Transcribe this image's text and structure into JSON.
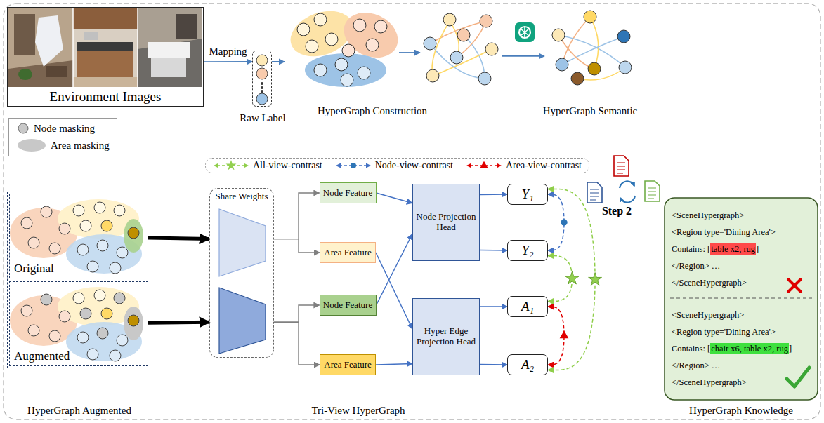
{
  "diagram": {
    "nodes": [
      {
        "text": [
          "Environment Images"
        ]
      },
      {
        "text": [
          "Raw Label"
        ]
      },
      {
        "text": [
          "HyperGraph Construction"
        ]
      },
      {
        "text": [
          "HyperGraph Semantic"
        ]
      },
      {
        "text": [
          "HyperGraph Augmented"
        ]
      },
      {
        "text": [
          "Original"
        ],
        "in": 4
      },
      {
        "text": [
          "Augmented"
        ],
        "in": 4
      },
      {
        "text": [
          "Share Weights"
        ]
      },
      {
        "text": [
          "Node Feature"
        ]
      },
      {
        "text": [
          "Area Feature"
        ]
      },
      {
        "text": [
          "Node Feature"
        ]
      },
      {
        "text": [
          "Area Feature"
        ]
      },
      {
        "text": [
          "Node Projection Head"
        ]
      },
      {
        "text": [
          "Hyper Edge Projection Head"
        ]
      },
      {
        "text": [
          "Y₁"
        ]
      },
      {
        "text": [
          "Y₂"
        ]
      },
      {
        "text": [
          "A₁"
        ]
      },
      {
        "text": [
          "A₂"
        ]
      },
      {
        "text": [
          "HyperGraph Knowledge"
        ]
      },
      {
        "text": [
          "<SceneHypergraph>",
          "<Region type='Dining Area'>",
          "Contains: [",
          "table x2, rug",
          "]",
          "</Region> …",
          "</SceneHypergraph>"
        ],
        "in": 18
      },
      {
        "text": [
          "<SceneHypergraph>",
          "<Region type='Dining Area'>",
          "Contains: [",
          "chair x6, table x2, rug",
          "]",
          "</Region> …",
          "</SceneHypergraph>"
        ],
        "in": 18
      }
    ],
    "edges": [
      {
        "from": 0,
        "to": 1,
        "arrow": "to",
        "label": "Mapping"
      },
      {
        "from": 1,
        "to": 2,
        "arrow": "to"
      },
      {
        "from": 2,
        "to": 3,
        "arrow": "to"
      },
      {
        "from": 5,
        "to": 7,
        "arrow": "to"
      },
      {
        "from": 6,
        "to": 7,
        "arrow": "to"
      },
      {
        "from": 7,
        "to": 8,
        "arrow": "to"
      },
      {
        "from": 7,
        "to": 9,
        "arrow": "to"
      },
      {
        "from": 7,
        "to": 10,
        "arrow": "to"
      },
      {
        "from": 7,
        "to": 11,
        "arrow": "to"
      },
      {
        "from": 8,
        "to": 12,
        "arrow": "to"
      },
      {
        "from": 9,
        "to": 13,
        "arrow": "to"
      },
      {
        "from": 10,
        "to": 12,
        "arrow": "to"
      },
      {
        "from": 11,
        "to": 13,
        "arrow": "to"
      },
      {
        "from": 12,
        "to": 14,
        "arrow": "to"
      },
      {
        "from": 12,
        "to": 15,
        "arrow": "to"
      },
      {
        "from": 13,
        "to": 16,
        "arrow": "to"
      },
      {
        "from": 13,
        "to": 17,
        "arrow": "to"
      },
      {
        "from": 14,
        "to": 15,
        "arrow": "both"
      },
      {
        "from": 16,
        "to": 17,
        "arrow": "both"
      },
      {
        "from": 15,
        "to": 16,
        "arrow": "both"
      },
      {
        "from": 14,
        "to": 17,
        "arrow": "both"
      }
    ],
    "labels": [
      "Tri-View HyperGraph",
      "Step 2"
    ],
    "legend": [
      {
        "text": "Node masking"
      },
      {
        "text": "Area masking"
      },
      {
        "text": "All-view-contrast"
      },
      {
        "text": "Node-view-contrast"
      },
      {
        "text": "Area-view-contrast"
      }
    ]
  }
}
